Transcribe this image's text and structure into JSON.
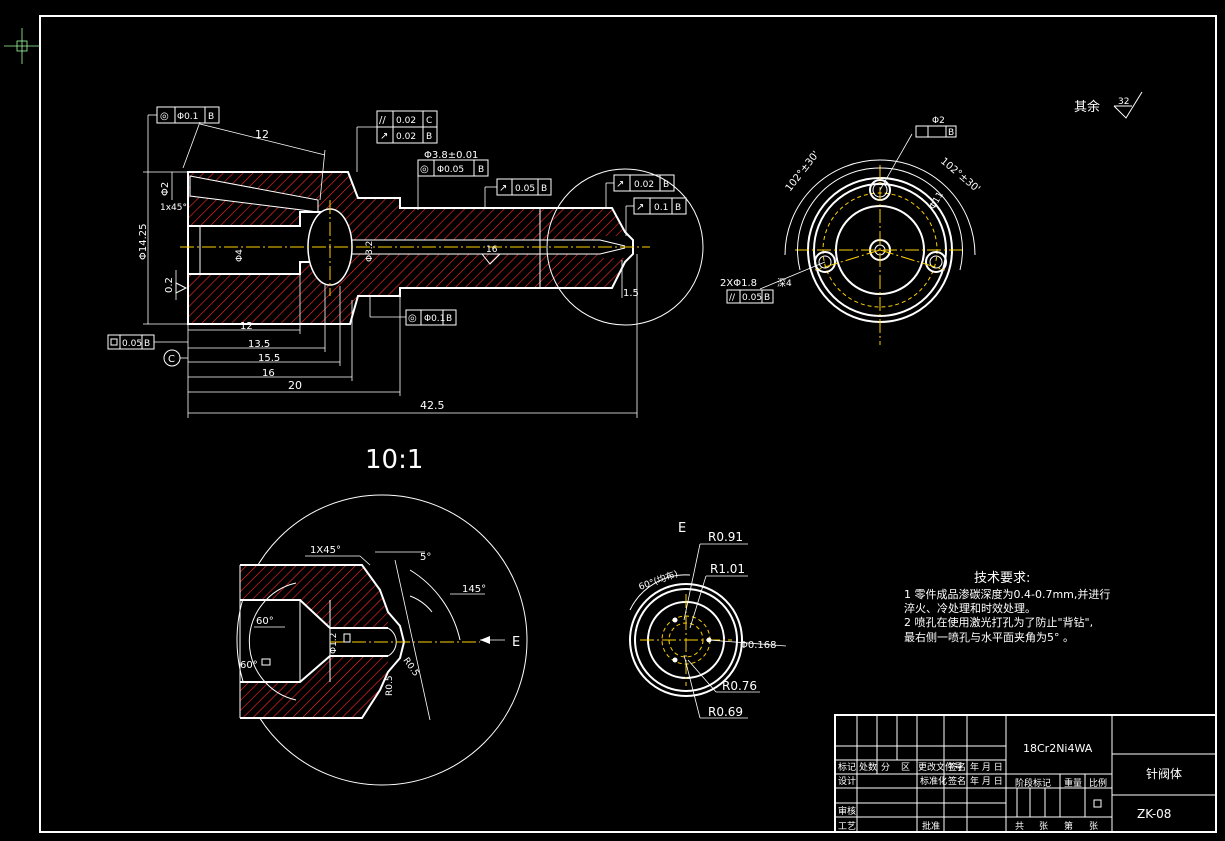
{
  "colors": {
    "background": "#000000",
    "lines": "#ffffff",
    "hatch": "#ff2a2a",
    "centerlines": "#ffd000"
  },
  "roughness": {
    "label": "其余",
    "value": "32"
  },
  "fcf": {
    "top_left": {
      "sym": "◎",
      "val": "Φ0.1",
      "ref": "B"
    },
    "parallel": {
      "sym": "//",
      "val": "0.02",
      "ref": "C"
    },
    "runout1": {
      "sym": "↗",
      "val": "0.02",
      "ref": "B"
    },
    "conc2": {
      "sym": "◎",
      "val": "Φ0.05",
      "ref": "B"
    },
    "runout2": {
      "sym": "↗",
      "val": "0.05",
      "ref": "B"
    },
    "runout3": {
      "sym": "↗",
      "val": "0.02",
      "ref": "B"
    },
    "runout4": {
      "sym": "↗",
      "val": "0.1",
      "ref": "B"
    },
    "conc3": {
      "sym": "◎",
      "val": "Φ0.1",
      "ref": "B"
    },
    "flat1": {
      "val": "0.05",
      "ref": "B"
    },
    "side_pos": {
      "val": "",
      "ref": "B"
    },
    "hole_par": {
      "sym": "//",
      "val": "0.05",
      "ref": "B"
    }
  },
  "dims": {
    "d38": "Φ3.8±0.01",
    "d12_top": "12",
    "phi2": "Φ2",
    "c145": "1x45°",
    "d1425": "Φ14.25",
    "d02": "0.2",
    "d4": "Φ4",
    "phi32": "Φ3.2",
    "len12": "12",
    "len135": "13.5",
    "len155": "15.5",
    "len16": "16",
    "len20": "20",
    "len425": "42.5",
    "len15": "1.5",
    "ang16": "16",
    "datum_c": "C",
    "side_phi2": "Φ2",
    "side_ang1": "102°±30'",
    "side_ang2": "102°±30'",
    "side_phi11": "Φ11",
    "side_holes": "2XΦ1.8",
    "side_depth": "深4"
  },
  "detail": {
    "scale": "10:1",
    "chamfer": "1X45°",
    "ang5": "5°",
    "ang145": "145°",
    "ang60a": "60°",
    "ang60b": "60°",
    "phi12": "Φ1.2",
    "r05": "R0.5",
    "r05b": "R0.5",
    "view_arrow": "E"
  },
  "viewE": {
    "title": "E",
    "r091": "R0.91",
    "r101": "R1.01",
    "ang": "60°(均布)",
    "phi0168": "Φ0.168",
    "r076": "R0.76",
    "r069": "R0.69"
  },
  "notes": {
    "title": "技术要求:",
    "lines": [
      "1 零件成品渗碳深度为0.4-0.7mm,并进行",
      "淬火、冷处理和时效处理。",
      "2 喷孔在使用激光打孔为了防止\"背钻\",",
      "最右侧一喷孔与水平面夹角为5° 。"
    ]
  },
  "titleblock": {
    "material": "18Cr2Ni4WA",
    "name": "针阀体",
    "code": "ZK-08",
    "r1": [
      "标记",
      "处数",
      "分",
      "区",
      "更改文件号",
      "签名",
      "年 月 日"
    ],
    "r2": [
      "设计",
      "",
      "",
      "标准化",
      "签名",
      "年 月 日"
    ],
    "r3": [
      "审核"
    ],
    "r4": [
      "工艺",
      "批准"
    ],
    "right_r1": [
      "阶段标记",
      "重量",
      "比例"
    ],
    "right_r2": [
      "共",
      "张",
      "第",
      "张"
    ]
  }
}
